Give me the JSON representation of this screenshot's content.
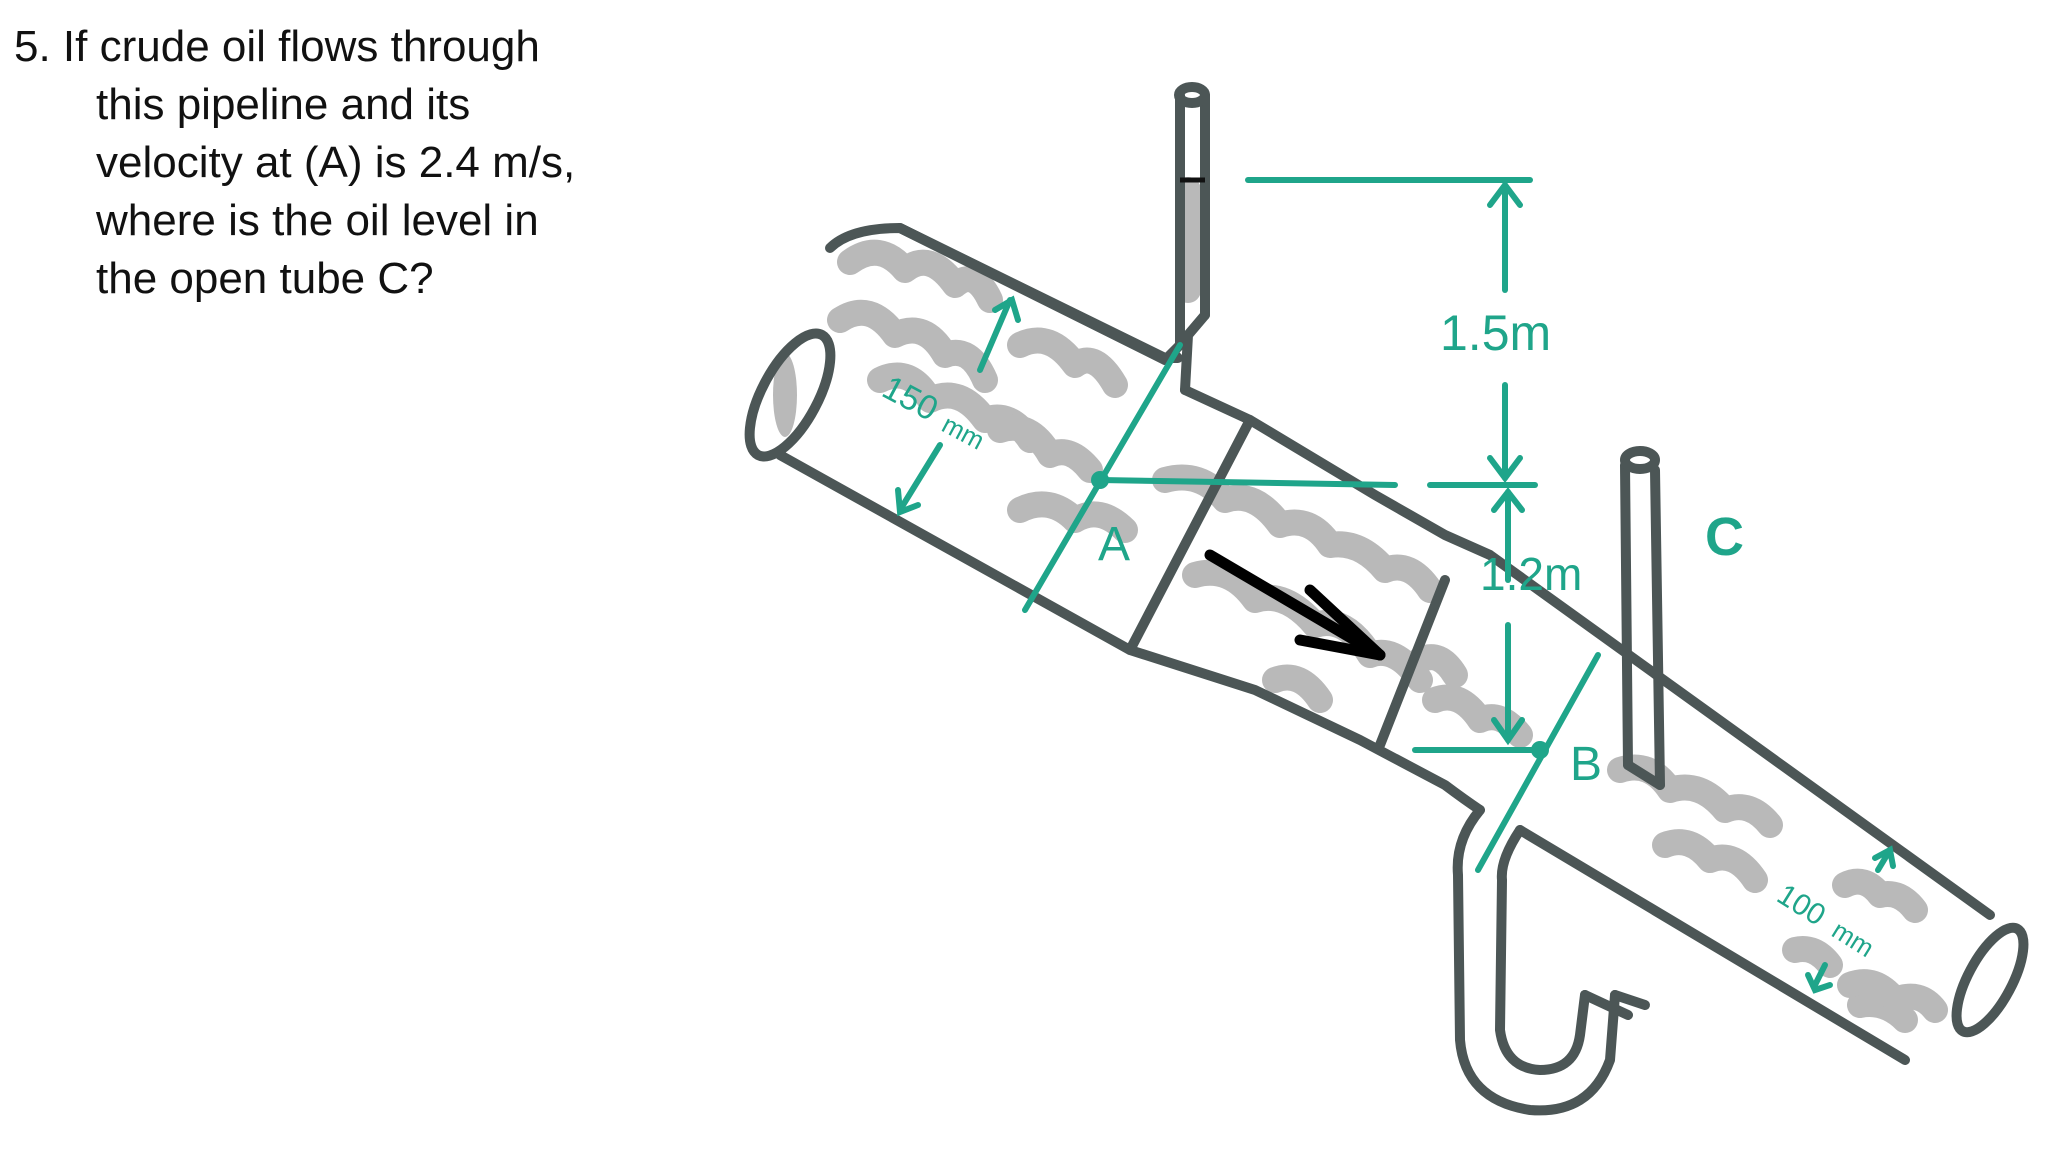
{
  "problem": {
    "lines": [
      "5. If crude oil flows through",
      "this pipeline and its",
      "velocity at (A) is 2.4 m/s,",
      "where is the oil level in",
      "the open tube C?"
    ]
  },
  "diagram": {
    "labels": {
      "height_between_levels": "1.5m",
      "height_between_points": "1.2m",
      "tube_c": "C",
      "point_a": "A",
      "point_b": "B",
      "diameter_a_value": "150",
      "diameter_a_unit": "mm",
      "diameter_b_value": "100",
      "diameter_b_unit": "mm"
    },
    "colors": {
      "pipe_outline": "#4c5656",
      "oil_fill": "#b9b9b9",
      "annotation": "#1fa58a",
      "flow_arrow": "#000000"
    }
  }
}
